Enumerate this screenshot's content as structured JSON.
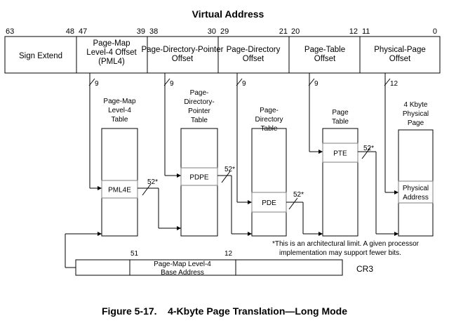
{
  "title": "Virtual Address",
  "bit_numbers": [
    "63",
    "48",
    "47",
    "39",
    "38",
    "30",
    "29",
    "21",
    "20",
    "12",
    "11",
    "0"
  ],
  "address_fields": [
    {
      "label": "Sign Extend"
    },
    {
      "label": "Page-Map Level-4 Offset (PML4)"
    },
    {
      "label": "Page-Directory-Pointer Offset"
    },
    {
      "label": "Page-Directory Offset"
    },
    {
      "label": "Page-Table Offset"
    },
    {
      "label": "Physical-Page Offset"
    }
  ],
  "offset_widths": [
    "9",
    "9",
    "9",
    "9",
    "12"
  ],
  "tables": [
    {
      "title": "Page-Map Level-4 Table",
      "entry": "PML4E",
      "pointer_width": "52*"
    },
    {
      "title": "Page-Directory-Pointer Table",
      "entry": "PDPE",
      "pointer_width": "52*"
    },
    {
      "title": "Page-Directory Table",
      "entry": "PDE",
      "pointer_width": "52*"
    },
    {
      "title": "Page Table",
      "entry": "PTE",
      "pointer_width": "52*"
    },
    {
      "title": "4 Kbyte Physical Page",
      "entry": "Physical Address"
    }
  ],
  "footnote": "*This is an architectural limit. A given processor implementation may support fewer bits.",
  "cr3": {
    "name": "CR3",
    "bit_high": "51",
    "bit_low": "12",
    "field_label": "Page-Map Level-4 Base Address"
  },
  "caption": "Figure 5-17.    4-Kbyte Page Translation—Long Mode"
}
